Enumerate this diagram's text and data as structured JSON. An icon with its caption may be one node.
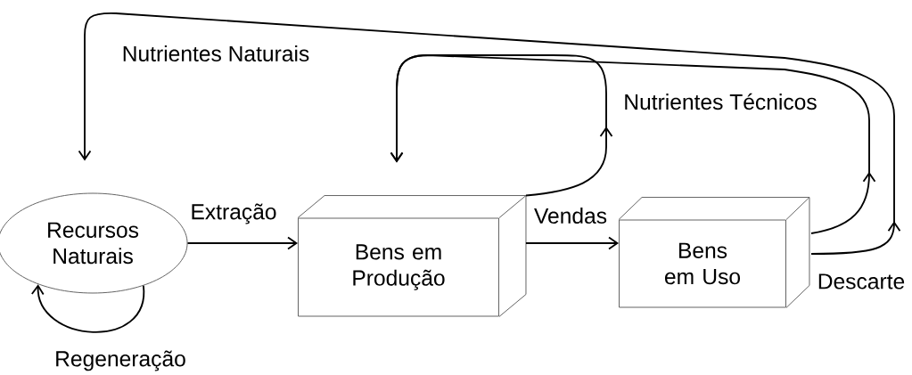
{
  "diagram": {
    "nodes": [
      {
        "text": [
          "Recursos Naturais"
        ]
      },
      {
        "text": [
          "Bens em Produção"
        ]
      },
      {
        "text": [
          "Bens em Uso"
        ]
      }
    ],
    "edges": [
      {
        "from": 0,
        "to": 1,
        "arrow": "to",
        "label": "Extração"
      },
      {
        "from": 1,
        "to": 2,
        "arrow": "to",
        "label": "Vendas"
      },
      {
        "from": 0,
        "to": 0,
        "arrow": "to",
        "label": "Regeneração"
      },
      {
        "from": 1,
        "to": 1,
        "arrow": "to",
        "label": "Nutrientes Técnicos"
      },
      {
        "from": 2,
        "to": 1,
        "arrow": "to"
      },
      {
        "from": 2,
        "to": 0,
        "arrow": "to",
        "label": "Nutrientes Naturais"
      }
    ],
    "labels": [
      "Descarte"
    ]
  }
}
